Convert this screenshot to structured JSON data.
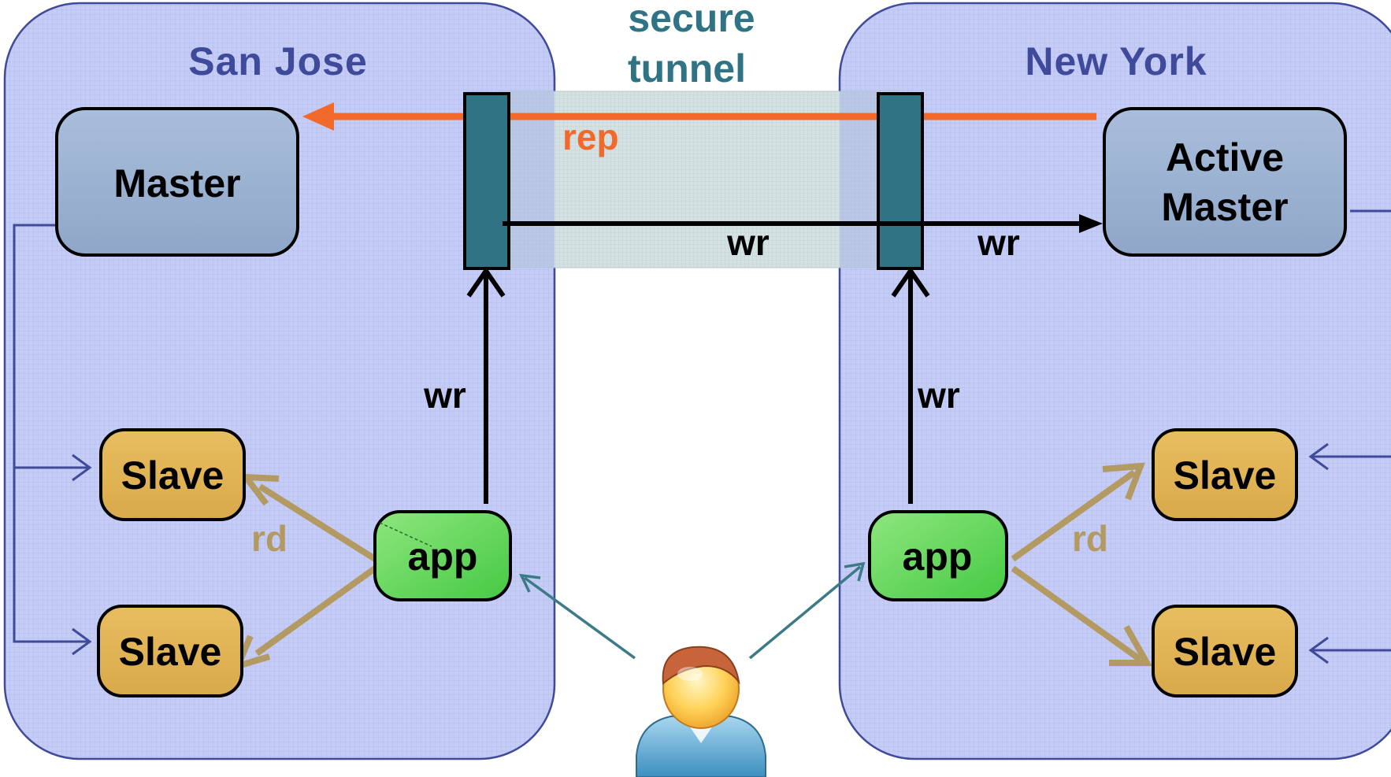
{
  "regions": {
    "left": {
      "title": "San Jose"
    },
    "right": {
      "title": "New York"
    }
  },
  "tunnel": {
    "line1": "secure",
    "line2": "tunnel"
  },
  "nodes": {
    "left_master": "Master",
    "right_master_line1": "Active",
    "right_master_line2": "Master",
    "slave": "Slave",
    "app": "app"
  },
  "edge_labels": {
    "rep": "rep",
    "wr": "wr",
    "rd": "rd"
  },
  "colors": {
    "region_fill": "#c5cdf6",
    "region_border": "#3f4a9a",
    "tunnel_fill": "#cfe0e2",
    "gateway": "#2f7384",
    "master_fill": "#9db3d1",
    "slave_fill": "#e0b354",
    "app_fill": "#5fd65a",
    "rep_arrow": "#f26a2b",
    "rd_arrow": "#b39a63",
    "client_arrow": "#3c7a88",
    "feed_line": "#3f4a9a"
  },
  "icons": {
    "user": "user-icon"
  }
}
